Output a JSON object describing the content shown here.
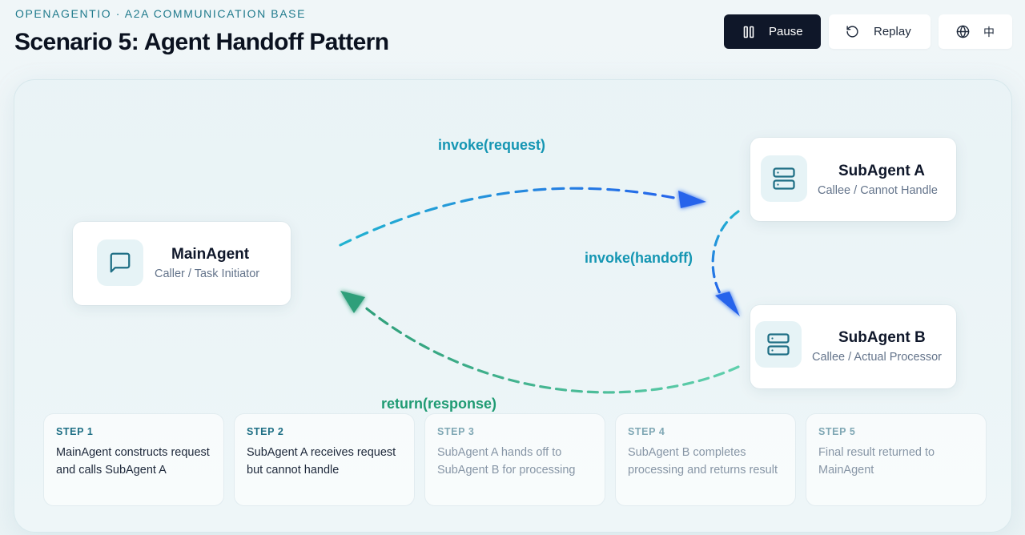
{
  "header": {
    "overline": "OPENAGENTIO · A2A COMMUNICATION BASE",
    "title": "Scenario 5: Agent Handoff Pattern"
  },
  "controls": {
    "pause_label": "Pause",
    "replay_label": "Replay",
    "language_label": "中"
  },
  "nodes": {
    "main": {
      "name": "MainAgent",
      "role": "Caller / Task Initiator",
      "icon": "message-square-icon"
    },
    "sub_a": {
      "name": "SubAgent A",
      "role": "Callee / Cannot Handle",
      "icon": "server-icon"
    },
    "sub_b": {
      "name": "SubAgent B",
      "role": "Callee / Actual Processor",
      "icon": "server-icon"
    }
  },
  "edges": {
    "request": "invoke(request)",
    "handoff": "invoke(handoff)",
    "response": "return(response)"
  },
  "steps": [
    {
      "label": "STEP 1",
      "text": "MainAgent constructs request and calls SubAgent A"
    },
    {
      "label": "STEP 2",
      "text": "SubAgent A receives request but cannot handle"
    },
    {
      "label": "STEP 3",
      "text": "SubAgent A hands off to SubAgent B for processing"
    },
    {
      "label": "STEP 4",
      "text": "SubAgent B completes processing and returns result"
    },
    {
      "label": "STEP 5",
      "text": "Final result returned to MainAgent"
    }
  ],
  "colors": {
    "accent_teal": "#1596b3",
    "accent_blue": "#2563eb",
    "accent_green": "#1f9b73",
    "button_dark": "#0f1729"
  }
}
